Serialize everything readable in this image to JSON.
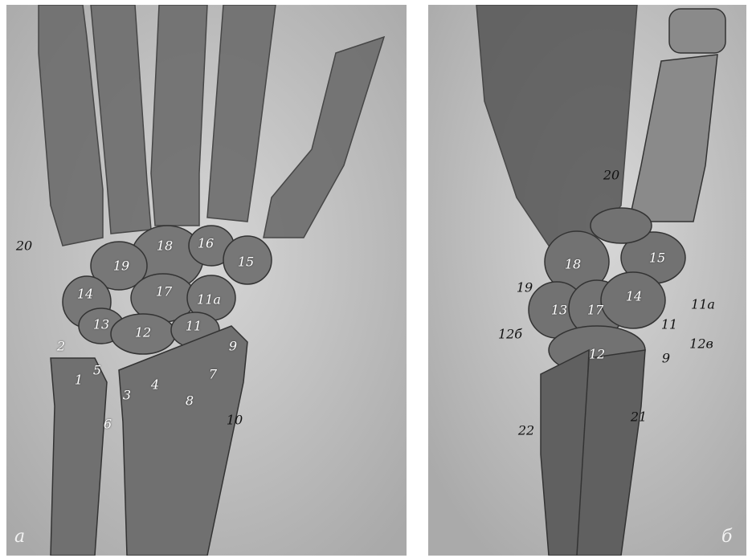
{
  "panels": [
    {
      "letter": "а",
      "labels": [
        "20",
        "18",
        "16",
        "15",
        "19",
        "14",
        "17",
        "11а",
        "13",
        "12",
        "11",
        "9",
        "2",
        "5",
        "1",
        "3",
        "4",
        "7",
        "8",
        "6",
        "10"
      ]
    },
    {
      "letter": "б",
      "labels": [
        "20",
        "18",
        "15",
        "19",
        "13",
        "17",
        "14",
        "11а",
        "11",
        "12б",
        "12в",
        "9",
        "12",
        "22",
        "21"
      ]
    }
  ],
  "colors": {
    "paper": "#ffffff",
    "film": "#c9c9c9",
    "bone": "#7a7a7a",
    "bone_dark": "#4a4a4a"
  }
}
